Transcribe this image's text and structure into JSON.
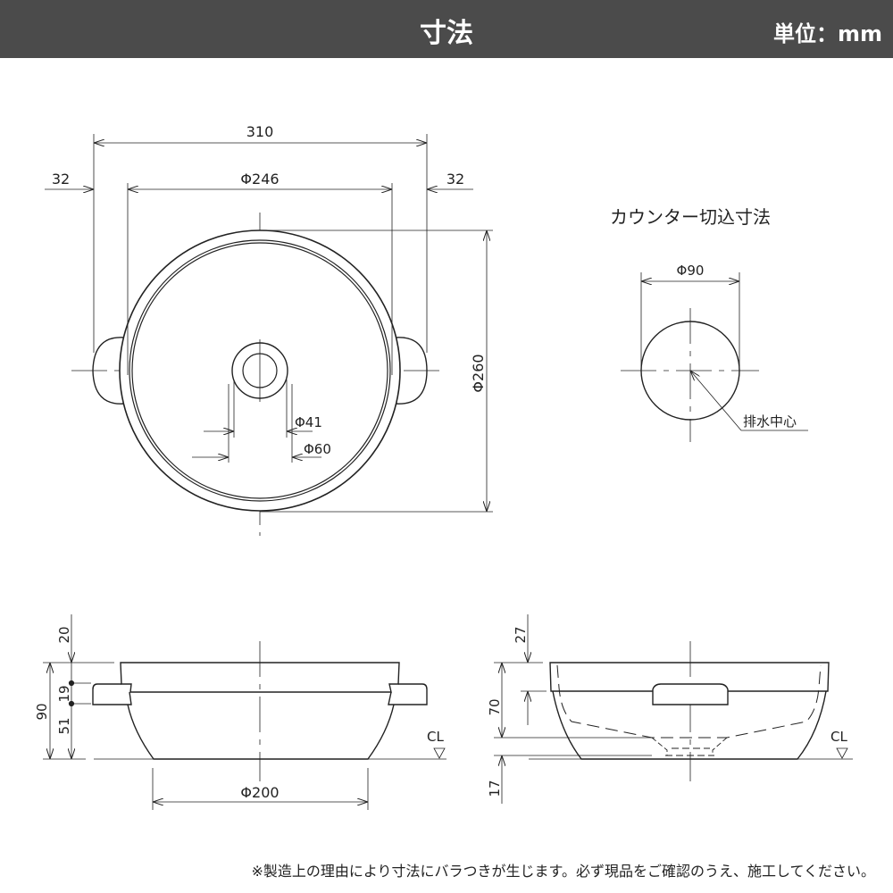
{
  "header": {
    "title": "寸法",
    "unit": "単位：mm"
  },
  "top_view": {
    "width": "310",
    "left_margin": "32",
    "right_margin": "32",
    "inner_diameter": "Φ246",
    "outer_diameter": "Φ260",
    "drain_inner": "Φ41",
    "drain_outer": "Φ60"
  },
  "cutout": {
    "title": "カウンター切込寸法",
    "diameter": "Φ90",
    "drain_center": "排水中心"
  },
  "side_view_left": {
    "d20": "20",
    "d90": "90",
    "d19": "19",
    "d51": "51",
    "base": "Φ200",
    "cl": "CL"
  },
  "side_view_right": {
    "d27": "27",
    "d70": "70",
    "d17": "17",
    "cl": "CL"
  },
  "footnote": "※製造上の理由により寸法にバラつきが生じます。必ず現品をご確認のうえ、施工してください。"
}
